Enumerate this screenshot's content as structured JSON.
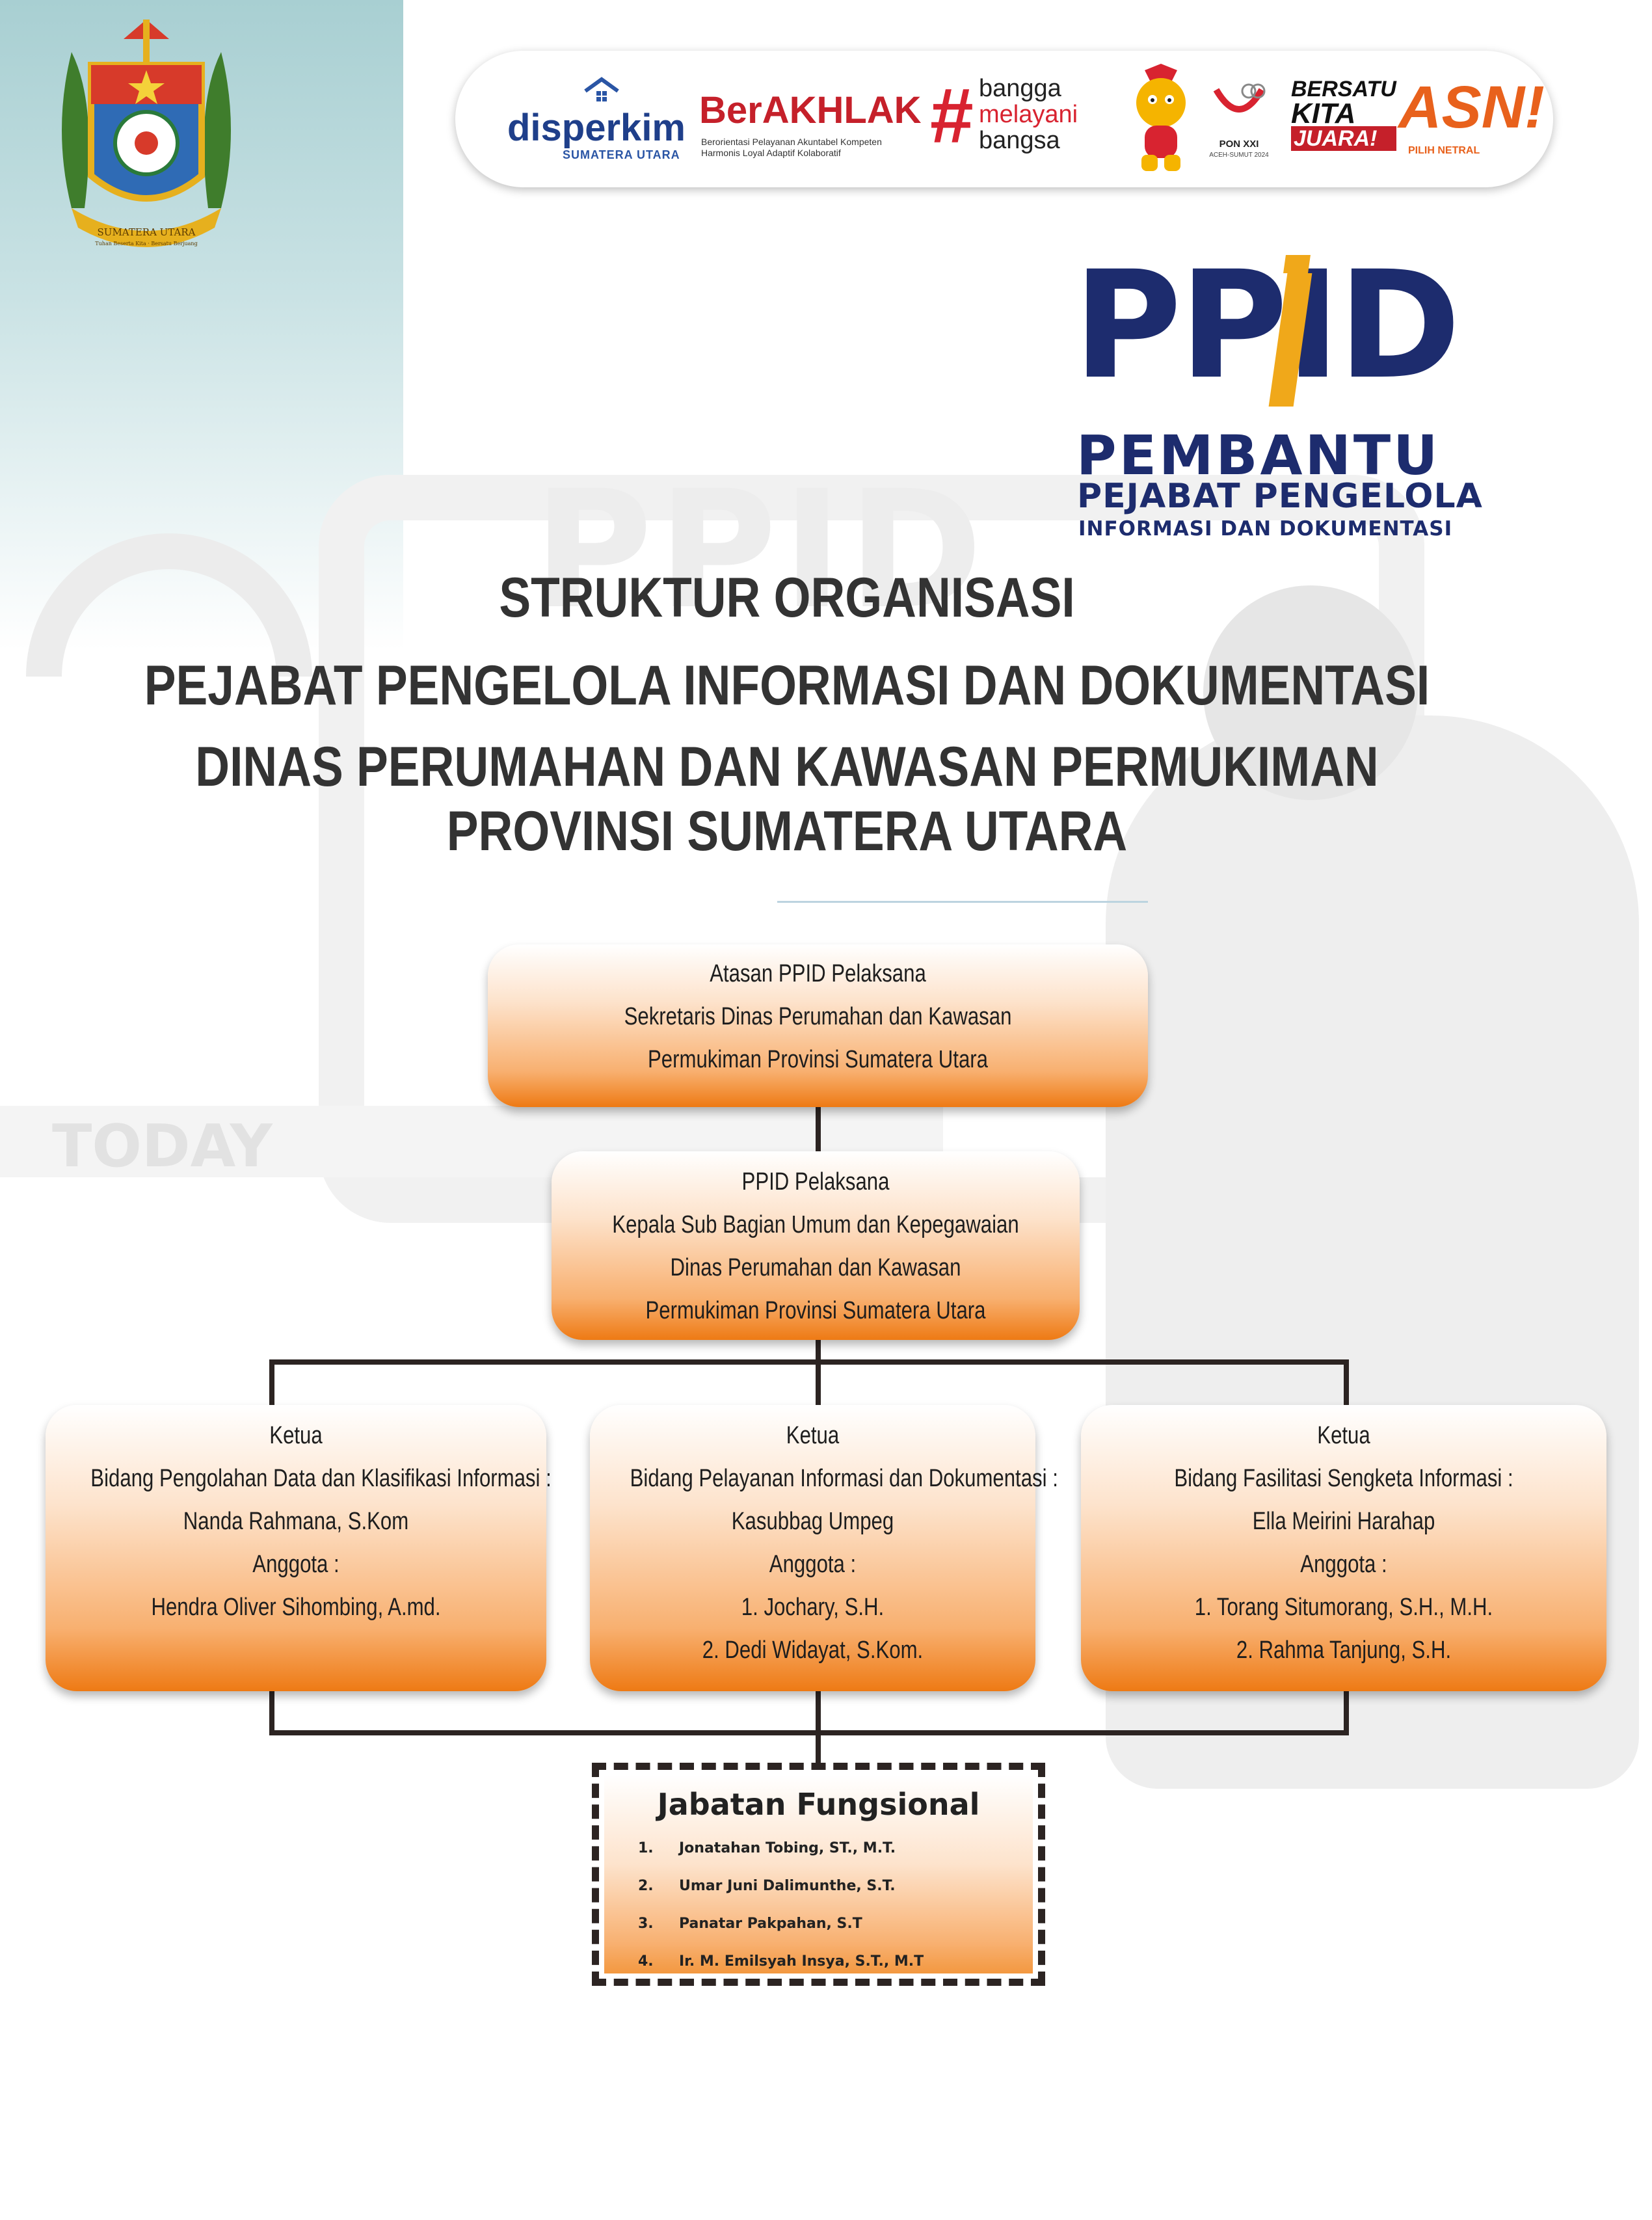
{
  "emblem": {
    "text": "SUMATERA UTARA",
    "motto": "Tuhan Beserta Kita · Bersatu Berjuang"
  },
  "logos": {
    "disperkim": "disperkim",
    "disperkim_sub": "SUMATERA UTARA",
    "berakhlak": "BerAKHLAK",
    "berakhlak_sub": "Berorientasi Pelayanan Akuntabel Kompeten Harmonis Loyal Adaptif Kolaboratif",
    "bangga_1": "bangga",
    "bangga_2": "melayani",
    "bangga_3": "bangsa",
    "pon": "PON XXI",
    "pon_sub": "ACEH-SUMUT 2024",
    "bersatu_1": "BERSATU",
    "bersatu_2": "KITA",
    "bersatu_3": "JUARA!",
    "asn": "ASN!",
    "asn_sub": "PILIH NETRAL"
  },
  "ppid_logo": {
    "big": "PPID",
    "line1": "PEMBANTU",
    "line2": "PEJABAT PENGELOLA",
    "line3": "INFORMASI DAN DOKUMENTASI"
  },
  "watermarks": {
    "ppid": "PPID",
    "today": "TODAY"
  },
  "title": {
    "line1": "STRUKTUR ORGANISASI",
    "line2": "PEJABAT PENGELOLA INFORMASI DAN DOKUMENTASI",
    "line3": "DINAS PERUMAHAN DAN KAWASAN PERMUKIMAN PROVINSI SUMATERA UTARA"
  },
  "org": {
    "atasan": [
      "Atasan PPID Pelaksana",
      "Sekretaris Dinas Perumahan dan Kawasan",
      "Permukiman Provinsi Sumatera Utara"
    ],
    "pelaksana": [
      "PPID Pelaksana",
      "Kepala Sub Bagian Umum dan Kepegawaian",
      "Dinas Perumahan dan Kawasan",
      "Permukiman Provinsi Sumatera Utara"
    ],
    "bidang_1": [
      "Ketua",
      "Bidang Pengolahan Data dan Klasifikasi Informasi :",
      "Nanda Rahmana, S.Kom",
      "Anggota :",
      "Hendra Oliver Sihombing, A.md."
    ],
    "bidang_2": [
      "Ketua",
      "Bidang Pelayanan Informasi dan Dokumentasi :",
      "Kasubbag Umpeg",
      "Anggota :",
      "1. Jochary, S.H.",
      "2. Dedi Widayat, S.Kom."
    ],
    "bidang_3": [
      "Ketua",
      "Bidang Fasilitasi Sengketa Informasi :",
      "Ella Meirini Harahap",
      "Anggota :",
      "1. Torang Situmorang, S.H., M.H.",
      "2. Rahma Tanjung, S.H."
    ],
    "fungsional": {
      "title": "Jabatan Fungsional",
      "items": [
        {
          "num": "1.",
          "name": "Jonatahan Tobing, ST., M.T."
        },
        {
          "num": "2.",
          "name": "Umar Juni Dalimunthe, S.T."
        },
        {
          "num": "3.",
          "name": "Panatar Pakpahan, S.T"
        },
        {
          "num": "4.",
          "name": "Ir. M. Emilsyah Insya, S.T., M.T"
        }
      ]
    }
  },
  "colors": {
    "navy": "#1d2c6e",
    "gold": "#f0a81a",
    "orange": "#ee7a14",
    "line": "#2c2422"
  }
}
